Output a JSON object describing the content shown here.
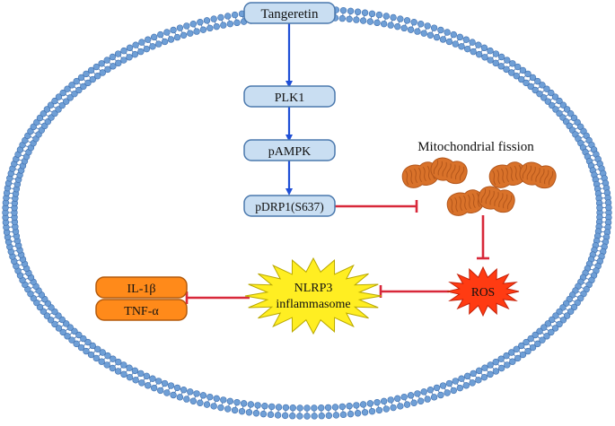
{
  "nodes": {
    "tangeretin": "Tangeretin",
    "plk1": "PLK1",
    "pampk": "pAMPK",
    "pdrp1": "pDRP1(S637)",
    "mito_title": "Mitochondrial fission",
    "ros": "ROS",
    "nlrp3_line1": "NLRP3",
    "nlrp3_line2": "inflammasome",
    "il1b": "IL-1β",
    "tnfa": "TNF-α"
  },
  "colors": {
    "membrane": "#6f9fd6",
    "membrane_dark": "#3f6fae",
    "box_fill": "#c9def2",
    "box_stroke": "#4a78ad",
    "activate_arrow": "#1f4fd6",
    "inhibit": "#d8283a",
    "mito_fill": "#d9722a",
    "mito_stroke": "#b3561b",
    "ros_fill": "#ff3b12",
    "nlrp3_fill": "#ffee22",
    "cytokine_fill": "#ff8a1a"
  },
  "icons": [
    "mitochondrion-icon",
    "starburst-ros",
    "starburst-nlrp3",
    "phospholipid-bilayer"
  ]
}
